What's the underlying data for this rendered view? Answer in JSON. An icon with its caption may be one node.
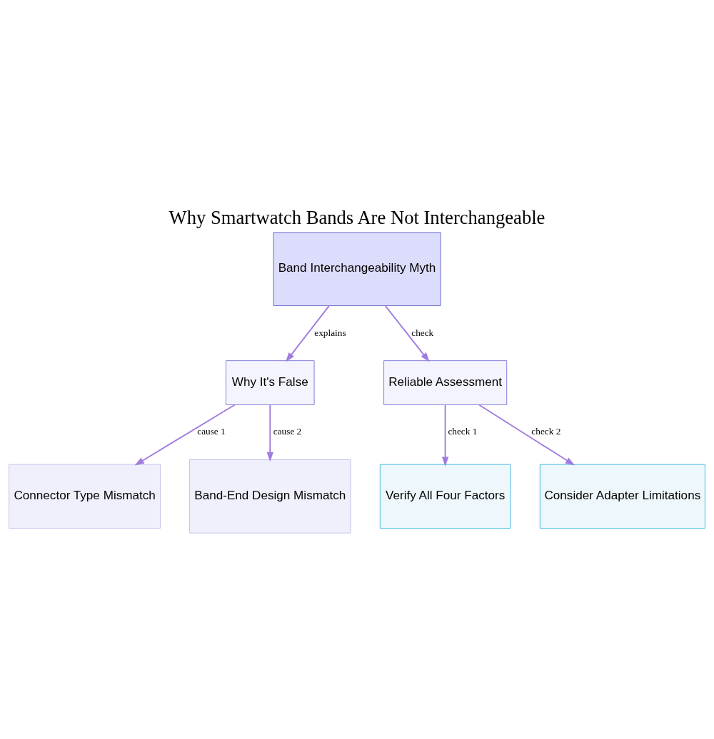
{
  "diagram": {
    "title": "Why Smartwatch Bands Are Not Interchangeable",
    "nodes": [
      {
        "text": [
          "Band Interchangeability Myth"
        ]
      },
      {
        "text": [
          "Why It's False"
        ]
      },
      {
        "text": [
          "Reliable Assessment"
        ]
      },
      {
        "text": [
          "Connector Type Mismatch"
        ]
      },
      {
        "text": [
          "Band-End Design Mismatch"
        ]
      },
      {
        "text": [
          "Verify All Four Factors"
        ]
      },
      {
        "text": [
          "Consider Adapter Limitations"
        ]
      }
    ],
    "edges": [
      {
        "from": 0,
        "to": 1,
        "arrow": "to",
        "label": "explains"
      },
      {
        "from": 0,
        "to": 2,
        "arrow": "to",
        "label": "check"
      },
      {
        "from": 1,
        "to": 3,
        "arrow": "to",
        "label": "cause 1"
      },
      {
        "from": 1,
        "to": 4,
        "arrow": "to",
        "label": "cause 2"
      },
      {
        "from": 2,
        "to": 5,
        "arrow": "to",
        "label": "check 1"
      },
      {
        "from": 2,
        "to": 6,
        "arrow": "to",
        "label": "check 2"
      }
    ]
  }
}
